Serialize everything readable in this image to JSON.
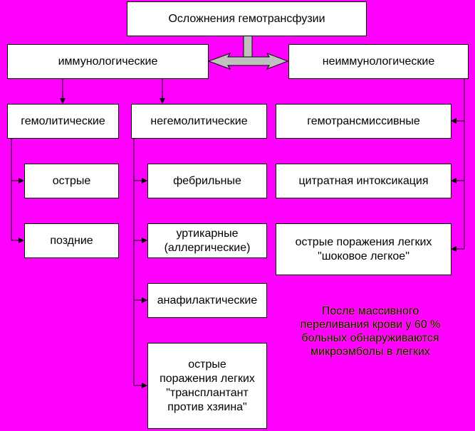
{
  "title": "Осложнения гемотрансфузии",
  "immunological": {
    "label": "иммунологические",
    "hemolytic": {
      "label": "гемолитические",
      "children": [
        "острые",
        "поздние"
      ]
    },
    "nonhemolytic": {
      "label": "негемолитические",
      "children": [
        "фебрильные",
        "уртикарные\n(аллергические)",
        "анафилактические",
        "острые\nпоражения легких\n\"трансплантант\nпротив хзяина\""
      ]
    }
  },
  "nonimmunological": {
    "label": "неиммунологические",
    "children": [
      "гемотрансмиссивные",
      "цитратная интоксикация",
      "острые поражения легких\n\"шоковое легкое\""
    ]
  },
  "note": "После массивного\nпереливания крови у 60 %\nбольных обнаруживаются\nмикроэмболы в легких",
  "colors": {
    "background": "#ff00ff",
    "box": "#ffffff",
    "arrow": "#c0c0c0"
  }
}
